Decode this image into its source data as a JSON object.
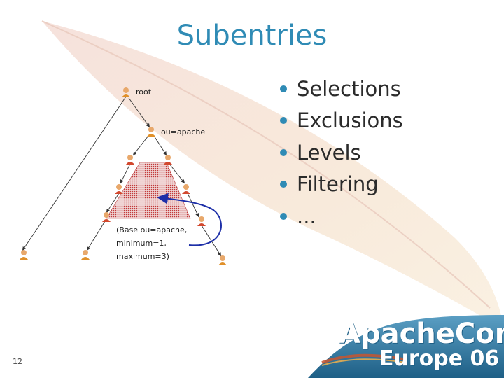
{
  "slide": {
    "title": "Subentries",
    "bullets": [
      "Selections",
      "Exclusions",
      "Levels",
      "Filtering",
      "..."
    ],
    "page_number": "12"
  },
  "diagram": {
    "root_label": "root",
    "apache_label": "ou=apache",
    "spec_lines": [
      "(Base ou=apache,",
      "minimum=1,",
      "maximum=3)"
    ]
  },
  "logo": {
    "name": "ApacheCon",
    "event": "Europe 06"
  },
  "colors": {
    "title": "#2f8bb5",
    "bullet": "#2f8bb5",
    "arrow_blue": "#1d2fa8",
    "region_red": "#d24a4a",
    "logo_blue": "#1e5f86"
  }
}
